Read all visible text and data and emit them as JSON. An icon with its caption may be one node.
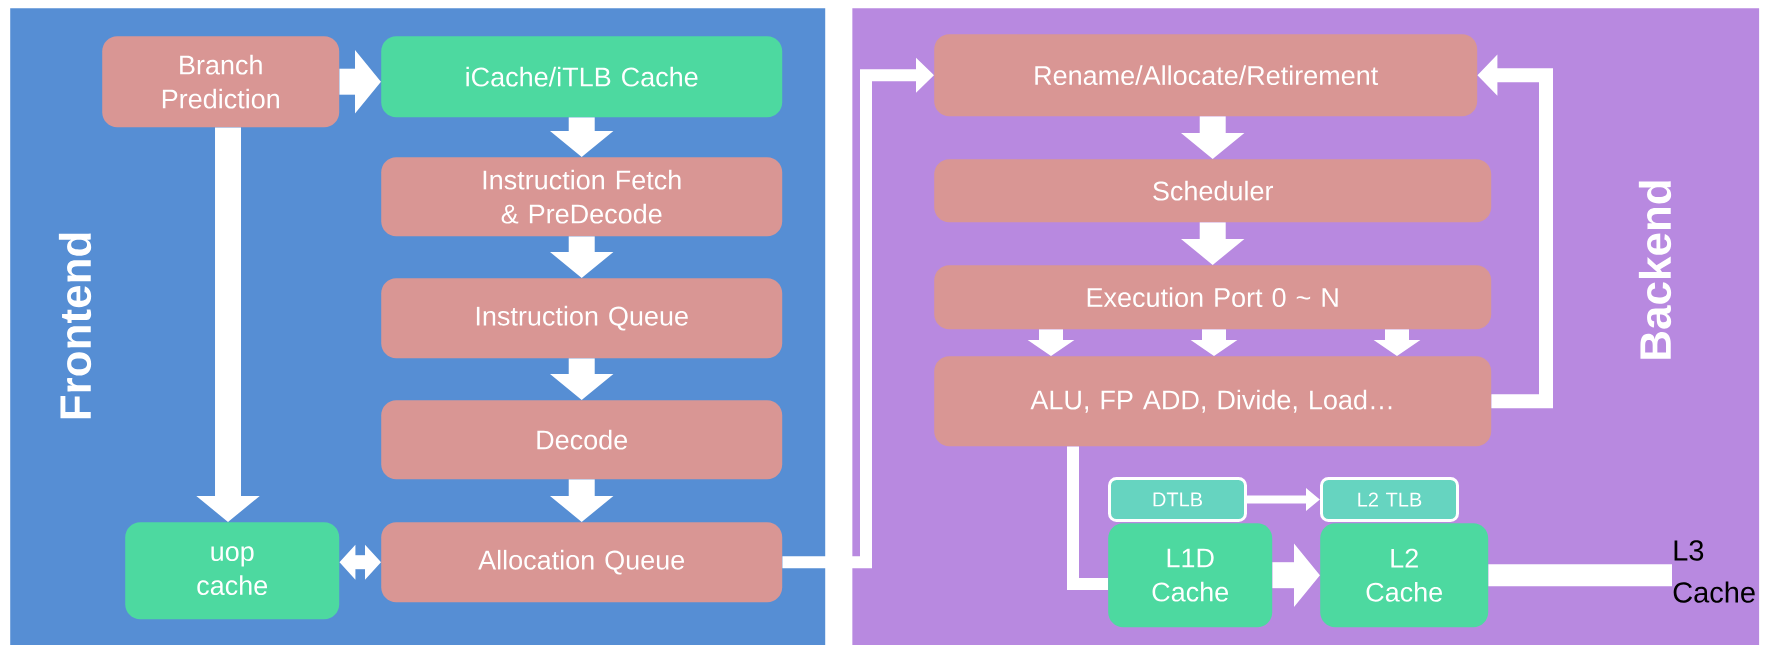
{
  "diagram": {
    "nodes": [
      {
        "text": [
          "Frontend"
        ]
      },
      {
        "text": [
          "Branch Prediction"
        ],
        "in": 0
      },
      {
        "text": [
          "iCache/iTLB Cache"
        ],
        "in": 0
      },
      {
        "text": [
          "Instruction Fetch & PreDecode"
        ],
        "in": 0
      },
      {
        "text": [
          "Instruction Queue"
        ],
        "in": 0
      },
      {
        "text": [
          "Decode"
        ],
        "in": 0
      },
      {
        "text": [
          "uop cache"
        ],
        "in": 0
      },
      {
        "text": [
          "Allocation Queue"
        ],
        "in": 0
      },
      {
        "text": [
          "Backend"
        ]
      },
      {
        "text": [
          "Rename/Allocate/Retirement"
        ],
        "in": 8
      },
      {
        "text": [
          "Scheduler"
        ],
        "in": 8
      },
      {
        "text": [
          "Execution Port 0 ~ N"
        ],
        "in": 8
      },
      {
        "text": [
          "ALU, FP ADD, Divide, Load…"
        ],
        "in": 8
      },
      {
        "text": [
          "DTLB"
        ],
        "in": 8
      },
      {
        "text": [
          "L2 TLB"
        ],
        "in": 8
      },
      {
        "text": [
          "L1D Cache"
        ],
        "in": 8
      },
      {
        "text": [
          "L2 Cache"
        ],
        "in": 8
      },
      {
        "text": [
          "L3 Cache"
        ],
        "in": 8
      }
    ],
    "edges": [
      {
        "from": 1,
        "to": 2,
        "arrow": "to"
      },
      {
        "from": 2,
        "to": 3,
        "arrow": "to"
      },
      {
        "from": 3,
        "to": 4,
        "arrow": "to"
      },
      {
        "from": 4,
        "to": 5,
        "arrow": "to"
      },
      {
        "from": 5,
        "to": 7,
        "arrow": "to"
      },
      {
        "from": 1,
        "to": 6,
        "arrow": "to"
      },
      {
        "from": 6,
        "to": 7,
        "arrow": "both"
      },
      {
        "from": 7,
        "to": 9,
        "arrow": "to"
      },
      {
        "from": 9,
        "to": 10,
        "arrow": "to"
      },
      {
        "from": 10,
        "to": 11,
        "arrow": "to"
      },
      {
        "from": 11,
        "to": 12,
        "arrow": "to"
      },
      {
        "from": 11,
        "to": 12,
        "arrow": "to"
      },
      {
        "from": 11,
        "to": 12,
        "arrow": "to"
      },
      {
        "from": 12,
        "to": 9,
        "arrow": "to"
      },
      {
        "from": 12,
        "to": 15,
        "arrow": "none"
      },
      {
        "from": 13,
        "to": 14,
        "arrow": "to"
      },
      {
        "from": 15,
        "to": 16,
        "arrow": "to"
      },
      {
        "from": 16,
        "to": 17,
        "arrow": "none"
      }
    ]
  }
}
